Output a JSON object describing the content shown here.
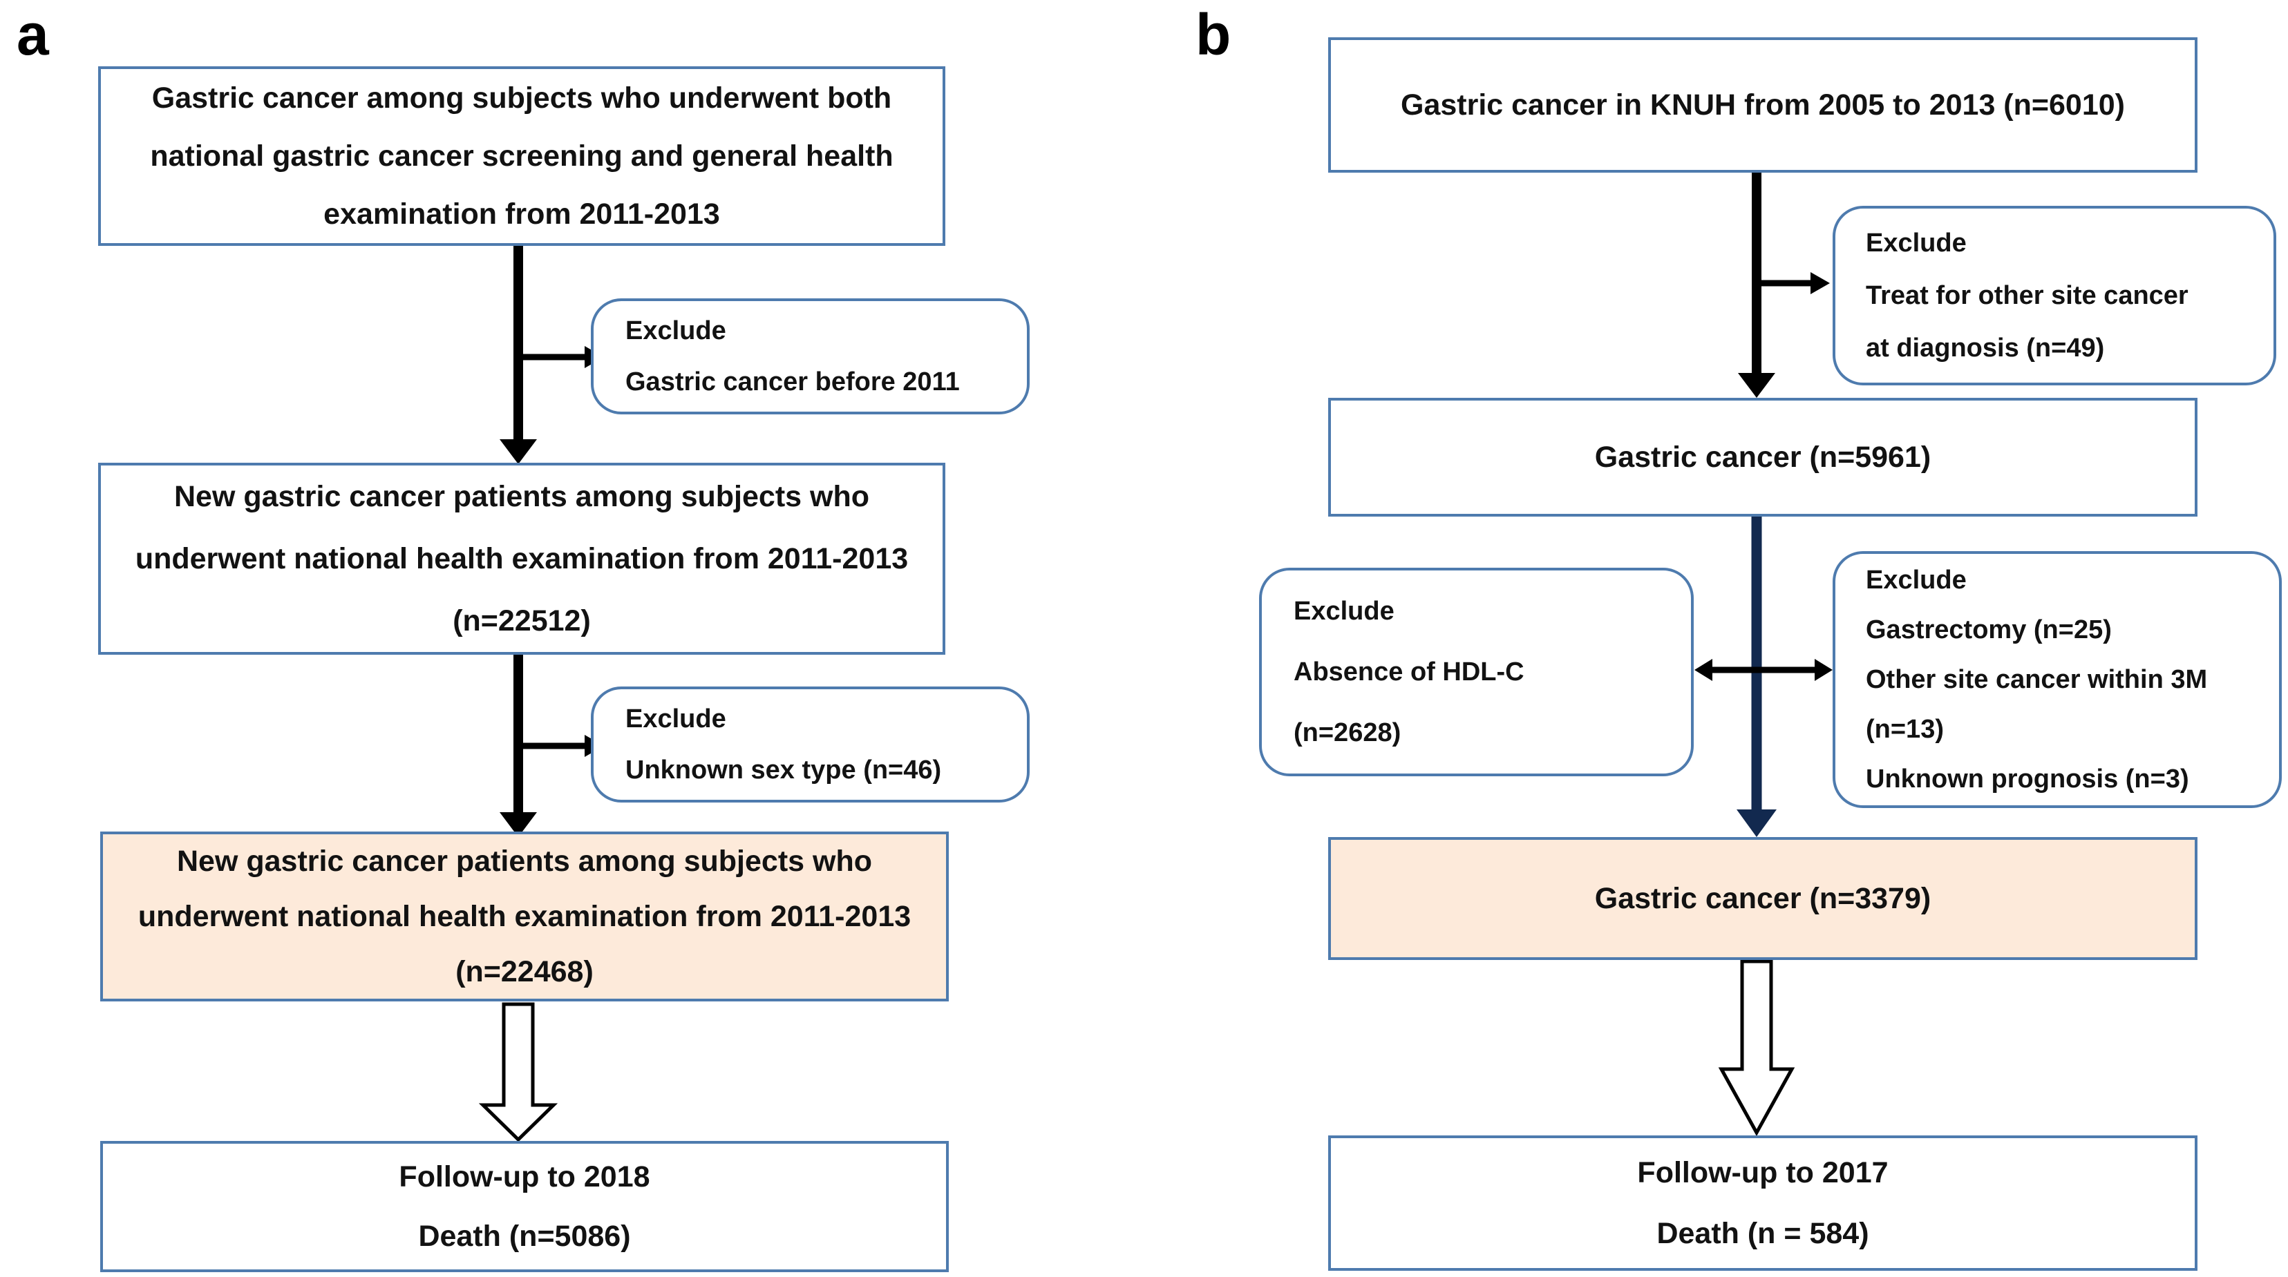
{
  "labels": {
    "panel_a": "a",
    "panel_b": "b"
  },
  "colors": {
    "box_border": "#4e7bae",
    "highlight_fill": "#fdeada",
    "arrow_black": "#000000",
    "arrow_navy": "#12294f",
    "text_color": "#121212",
    "page_bg": "#ffffff"
  },
  "panel_a": {
    "source": {
      "text": "Gastric cancer among subjects who underwent both\nnational gastric cancer screening and general health\nexamination from 2011-2013"
    },
    "exclude_before_2011": {
      "text": "Exclude\nGastric cancer before 2011"
    },
    "new_patients": {
      "text": "New gastric cancer patients among subjects who\nunderwent national health examination from 2011-2013\n(n=22512)"
    },
    "exclude_unknown_sex": {
      "text": "Exclude\nUnknown sex type (n=46)"
    },
    "final_cohort": {
      "text": "New gastric cancer patients among subjects who\nunderwent national health examination from 2011-2013\n(n=22468)"
    },
    "followup": {
      "text": "Follow-up to 2018\nDeath (n=5086)"
    }
  },
  "panel_b": {
    "source": {
      "text": "Gastric cancer in KNUH from 2005 to 2013 (n=6010)"
    },
    "exclude_other_site": {
      "text": "Exclude\nTreat for other site cancer\nat diagnosis (n=49)"
    },
    "gastric_cancer_5961": {
      "text": "Gastric cancer (n=5961)"
    },
    "exclude_hdl": {
      "text": "Exclude\nAbsence of HDL-C\n(n=2628)"
    },
    "exclude_multi": {
      "text": "Exclude\nGastrectomy (n=25)\nOther site cancer within 3M\n(n=13)\nUnknown prognosis (n=3)"
    },
    "final_cohort": {
      "text": "Gastric cancer (n=3379)"
    },
    "followup": {
      "text": "Follow-up to 2017\nDeath (n = 584)"
    }
  }
}
